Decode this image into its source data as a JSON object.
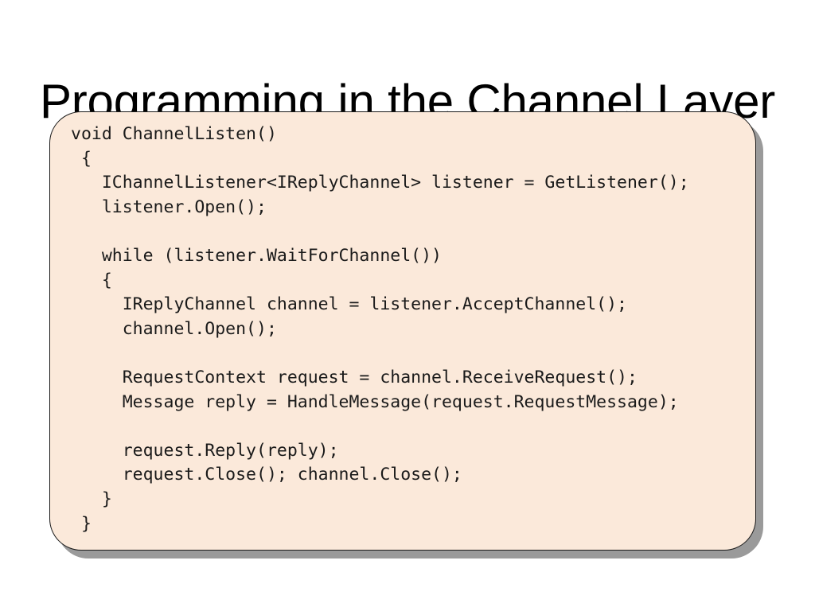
{
  "slide": {
    "title": "Programming in the Channel Layer",
    "colors": {
      "background": "#ffffff",
      "title_text": "#000000",
      "panel_fill": "#fbe9da",
      "panel_border": "#1a1a1a",
      "panel_shadow": "#9a9a9a",
      "code_text": "#1a1a1a"
    }
  },
  "code_panel": {
    "language": "csharp",
    "lines": [
      "void ChannelListen()",
      " {",
      "   IChannelListener<IReplyChannel> listener = GetListener();",
      "   listener.Open();",
      "",
      "   while (listener.WaitForChannel())",
      "   {",
      "     IReplyChannel channel = listener.AcceptChannel();",
      "     channel.Open();",
      "",
      "     RequestContext request = channel.ReceiveRequest();",
      "     Message reply = HandleMessage(request.RequestMessage);",
      "",
      "     request.Reply(reply);",
      "     request.Close(); channel.Close();",
      "   }",
      " }"
    ]
  }
}
